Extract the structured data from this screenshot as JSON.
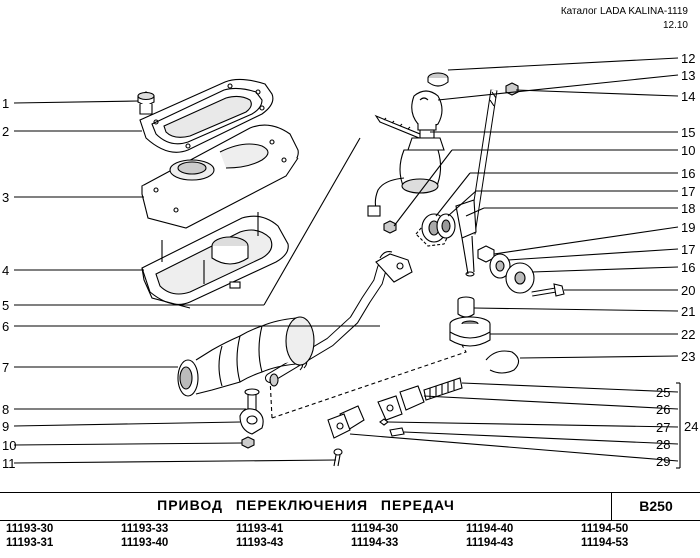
{
  "header": {
    "catalog": "Каталог LADA KALINA-1119",
    "date": "12.10"
  },
  "title": "ПРИВОД ПЕРЕКЛЮЧЕНИЯ ПЕРЕДАЧ",
  "code": "B250",
  "left_labels": [
    "1",
    "2",
    "3",
    "4",
    "5",
    "6",
    "7",
    "8",
    "9",
    "10",
    "11"
  ],
  "right_labels": [
    "12",
    "13",
    "14",
    "15",
    "10",
    "16",
    "17",
    "18",
    "19",
    "17",
    "16",
    "20",
    "21",
    "22",
    "23",
    "25",
    "26",
    "27",
    "28",
    "29"
  ],
  "bracket_label": "24",
  "models": [
    "11193-30",
    "11193-33",
    "11193-41",
    "11194-30",
    "11194-40",
    "11194-50",
    "11193-31",
    "11193-40",
    "11193-43",
    "11194-33",
    "11194-43",
    "11194-53"
  ]
}
